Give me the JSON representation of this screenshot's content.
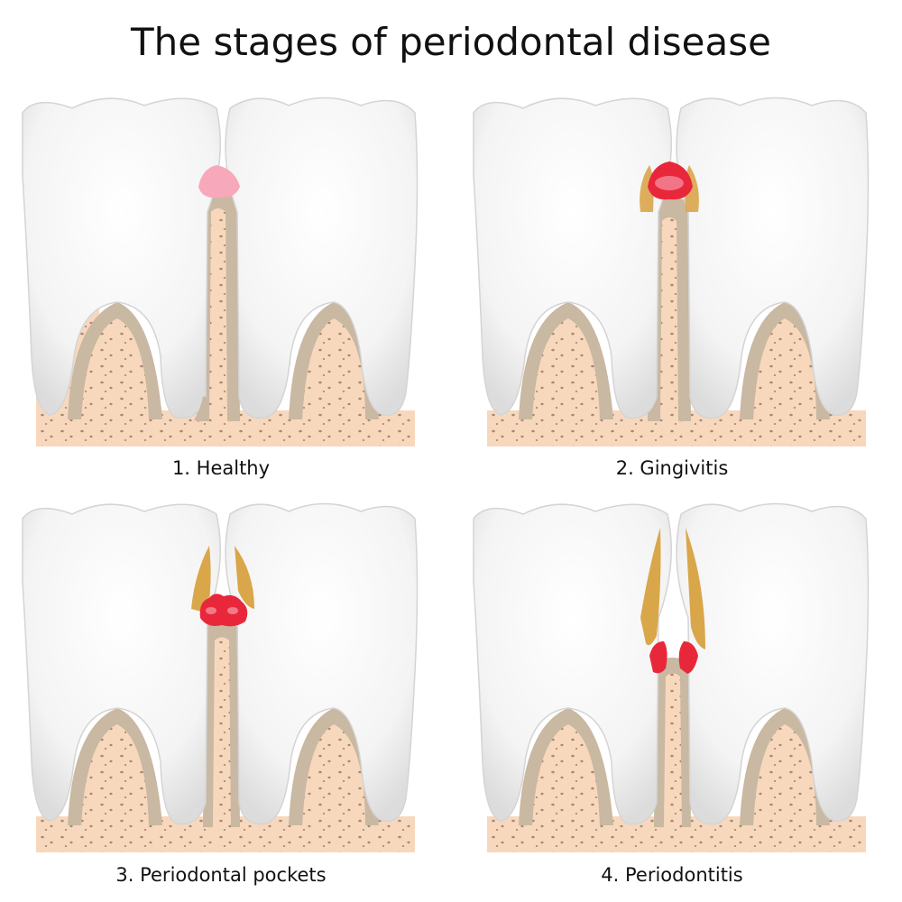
{
  "title": "The stages of periodontal disease",
  "colors": {
    "tooth": "#f7f7f7",
    "tooth_edge": "#d6d6d6",
    "bone": "#f8d8bd",
    "gum_band": "#c9b8a2",
    "healthy_gum": "#f7a8ba",
    "inflamed_gum": "#e8283a",
    "plaque": "#d9a64a"
  },
  "stages": [
    {
      "id": "healthy",
      "label": "1. Healthy"
    },
    {
      "id": "gingivitis",
      "label": "2. Gingivitis"
    },
    {
      "id": "pockets",
      "label": "3. Periodontal pockets"
    },
    {
      "id": "periodontitis",
      "label": "4. Periodontitis"
    }
  ]
}
